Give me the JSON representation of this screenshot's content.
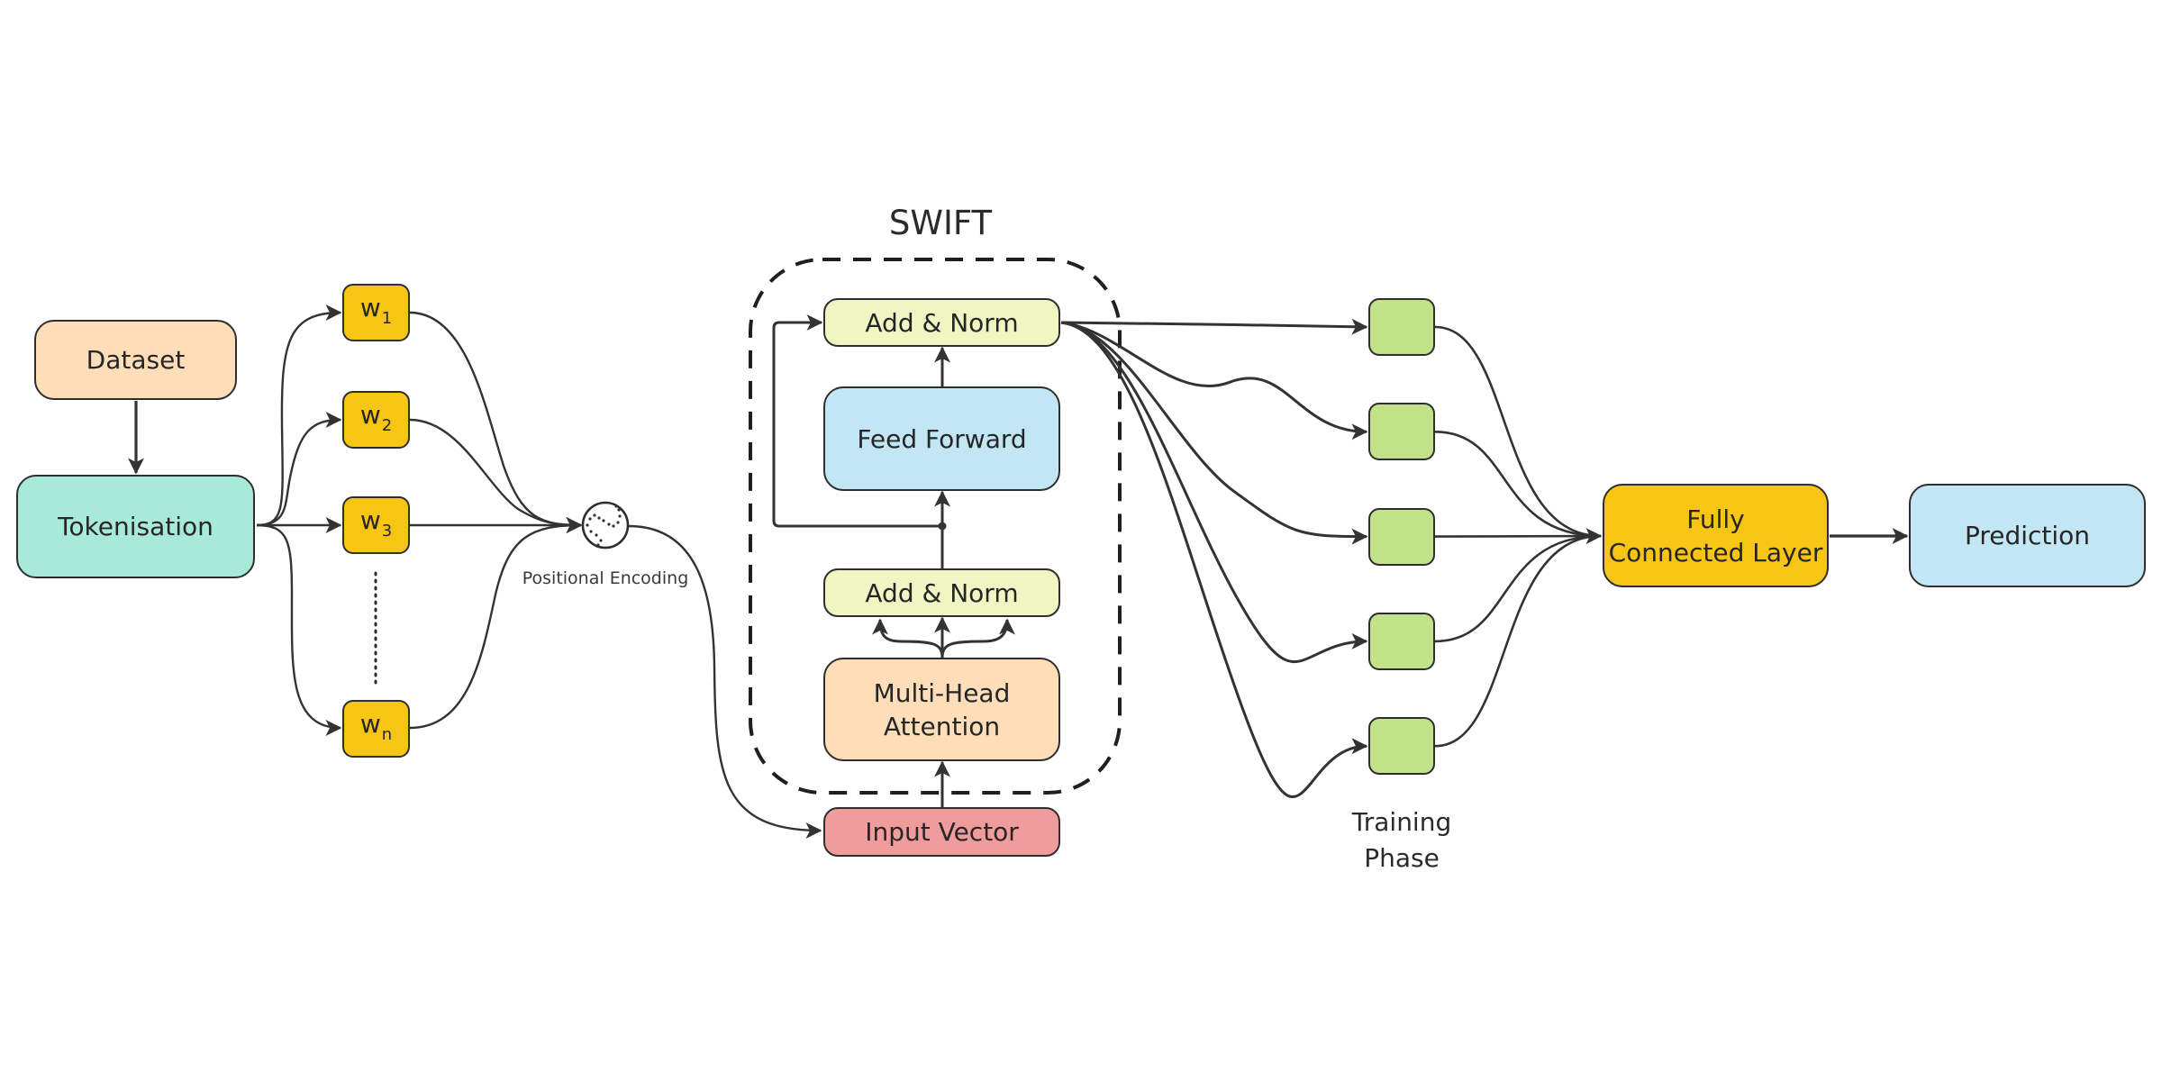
{
  "title": "SWIFT",
  "colors": {
    "dataset": "#FDDEB8",
    "tokenisation": "#A8EAD9",
    "token": "#F7C514",
    "add_norm": "#F0F5C4",
    "feed_forward": "#C3E6F5",
    "attention": "#FDDEB8",
    "input_vector": "#F09C9C",
    "training_node": "#C2E28A",
    "fully_connected": "#F7C514",
    "prediction": "#C3E6F5",
    "stroke": "#2e2e2e"
  },
  "pipeline": {
    "dataset": "Dataset",
    "tokenisation": "Tokenisation"
  },
  "tokens": [
    {
      "base": "w",
      "sub": "1"
    },
    {
      "base": "w",
      "sub": "2"
    },
    {
      "base": "w",
      "sub": "3"
    },
    {
      "base": "w",
      "sub": "n"
    }
  ],
  "positional_encoding": {
    "label": "Positional Encoding",
    "icon": "sine-wave-circle-icon"
  },
  "swift": {
    "title": "SWIFT",
    "add_norm_top": "Add & Norm",
    "feed_forward": "Feed Forward",
    "add_norm_bottom": "Add & Norm",
    "attention_line1": "Multi-Head",
    "attention_line2": "Attention",
    "input_vector": "Input Vector"
  },
  "training": {
    "node_count": 5,
    "label_line1": "Training",
    "label_line2": "Phase"
  },
  "output": {
    "fc_line1": "Fully",
    "fc_line2": "Connected Layer",
    "prediction": "Prediction"
  }
}
